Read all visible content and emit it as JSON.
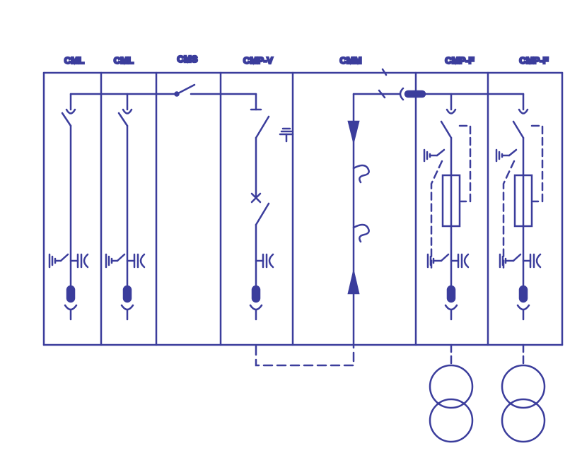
{
  "colors": {
    "line": "#3b3d9c",
    "background": "#ffffff"
  },
  "cells": [
    {
      "id": "cml-1",
      "label": "CML"
    },
    {
      "id": "cml-2",
      "label": "CML"
    },
    {
      "id": "cms",
      "label": "CMS"
    },
    {
      "id": "cmp-v",
      "label": "CMP-V"
    },
    {
      "id": "cmm",
      "label": "CMM"
    },
    {
      "id": "cmp-f-1",
      "label": "CMP-F"
    },
    {
      "id": "cmp-f-2",
      "label": "CMP-F"
    }
  ],
  "icons": [
    "switch-icon",
    "earthing-switch-icon",
    "capacitor-divider-icon",
    "cable-terminal-icon",
    "current-transformer-icon",
    "fuse-icon",
    "transformer-icon",
    "voltage-indicator-icon"
  ]
}
